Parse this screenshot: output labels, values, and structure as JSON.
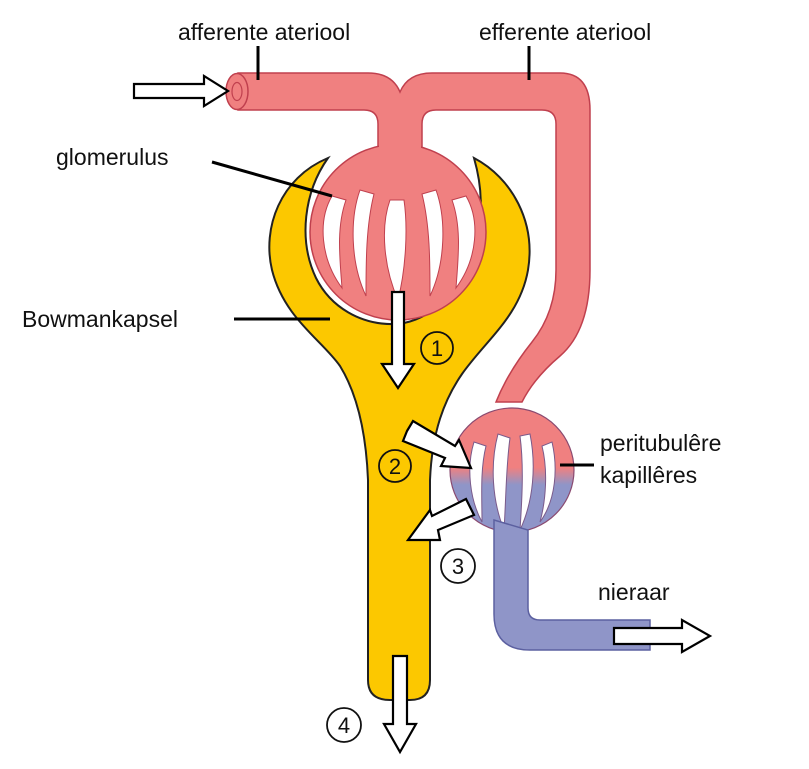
{
  "labels": {
    "afferent": "afferente ateriool",
    "efferent": "efferente ateriool",
    "glomerulus": "glomerulus",
    "bowman": "Bowmankapsel",
    "peritubular_1": "peritubulêre",
    "peritubular_2": "kapillêres",
    "vein": "nieraar"
  },
  "steps": [
    "1",
    "2",
    "3",
    "4"
  ],
  "colors": {
    "arterial": "#f08080",
    "arterial_stroke": "#c0404e",
    "venous": "#8f95c8",
    "venous_stroke": "#5c60a0",
    "capsule": "#fcc800",
    "capsule_stroke": "#222222",
    "step_circle_fill": "#fcc800"
  }
}
